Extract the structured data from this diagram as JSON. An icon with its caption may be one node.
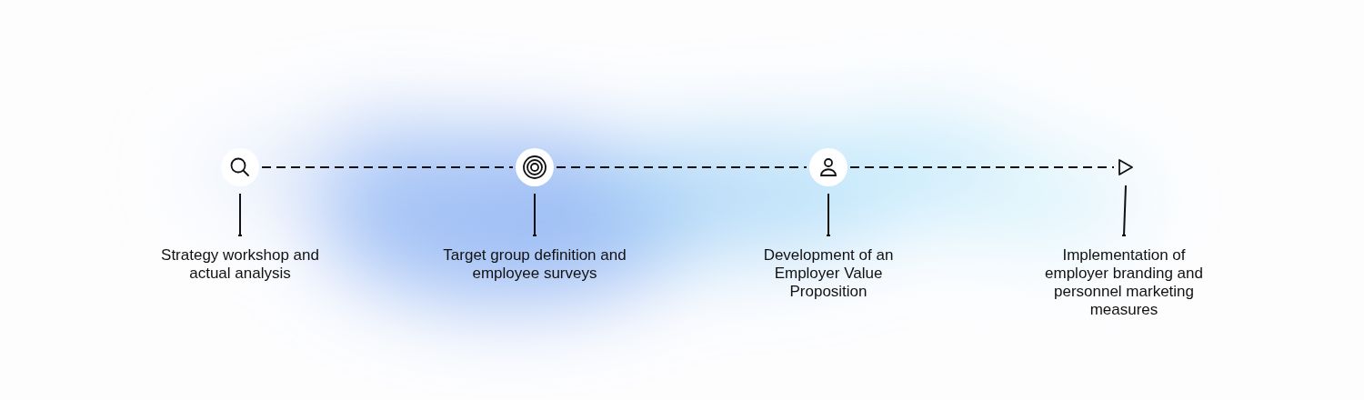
{
  "diagram": {
    "nodes": [
      {
        "text": [],
        "shape": "circle"
      },
      {
        "text": [],
        "shape": "circle"
      },
      {
        "text": [],
        "shape": "circle"
      },
      {
        "text": [],
        "shape": "triangle"
      },
      {
        "text": [
          "Strategy workshop and actual analysis"
        ]
      },
      {
        "text": [
          "Target group definition and employee surveys"
        ]
      },
      {
        "text": [
          "Development of an Employer Value Proposition"
        ]
      },
      {
        "text": [
          "Implementation of employer branding and personnel marketing measures"
        ]
      }
    ],
    "edges": [
      {
        "from": 0,
        "to": 1,
        "arrow": "none",
        "style": "dashed"
      },
      {
        "from": 1,
        "to": 2,
        "arrow": "none",
        "style": "dashed"
      },
      {
        "from": 2,
        "to": 3,
        "arrow": "none",
        "style": "dashed"
      },
      {
        "from": 0,
        "to": 4,
        "arrow": "other"
      },
      {
        "from": 1,
        "to": 5,
        "arrow": "other"
      },
      {
        "from": 2,
        "to": 6,
        "arrow": "other"
      },
      {
        "from": 3,
        "to": 7,
        "arrow": "other"
      }
    ]
  }
}
